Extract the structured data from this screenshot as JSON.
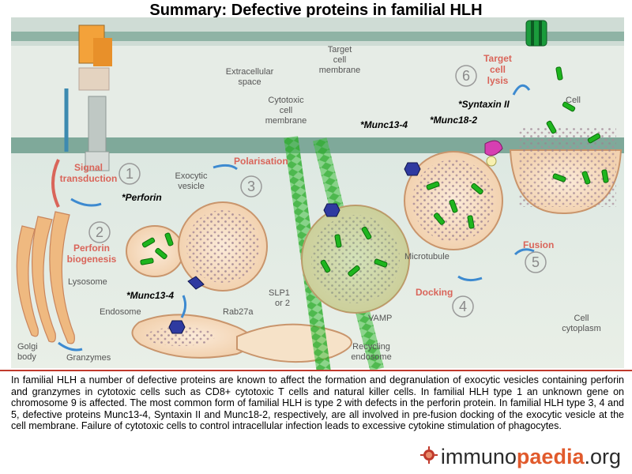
{
  "title": "Summary: Defective proteins in familial HLH",
  "labels": {
    "target_cell_membrane": [
      "Target",
      "cell",
      "membrane"
    ],
    "extracellular_space": [
      "Extracellular",
      "space"
    ],
    "cytotoxic_cell_membrane": [
      "Cytotoxic",
      "cell",
      "membrane"
    ],
    "target_cell_lysis": [
      "Target",
      "cell",
      "lysis"
    ],
    "cell_cytoplasm_top": "Cell",
    "signal_transduction": [
      "Signal",
      "transduction"
    ],
    "exocytic_vesicle": [
      "Exocytic",
      "vesicle"
    ],
    "polarisation": "Polarisation",
    "perforin_biogenesis": [
      "Perforin",
      "biogenesis"
    ],
    "lysosome": "Lysosome",
    "endosome": "Endosome",
    "rab27a": "Rab27a",
    "slp": [
      "SLP1",
      "or  2"
    ],
    "golgi": [
      "Golgi",
      "body"
    ],
    "granzymes": "Granzymes",
    "recycling_endosome": [
      "Recycling",
      "endosome"
    ],
    "microtubule": "Microtubule",
    "vamp": "VAMP",
    "docking": "Docking",
    "fusion": "Fusion",
    "cell_cytoplasm": [
      "Cell",
      "cytoplasm"
    ]
  },
  "proteins": {
    "perforin": "*Perforin",
    "munc13_4_a": "*Munc13-4",
    "munc13_4_b": "*Munc13-4",
    "munc18_2": "*Munc18-2",
    "syntaxin": "*Syntaxin II"
  },
  "steps": [
    "1",
    "2",
    "3",
    "4",
    "5",
    "6"
  ],
  "caption": "In familial HLH a number of defective proteins are known to affect the formation and degranulation of exocytic vesicles containing perforin and granzymes in cytotoxic cells such as CD8+ cytotoxic T cells and natural killer cells. In familial HLH type 1 an unknown gene on chromosome 9 is affected. The most common form of familial HLH is type 2 with defects in the perforin protein. In familial HLH type 3, 4 and 5, defective proteins Munc13-4, Syntaxin II and Munc18-2, respectively, are all involved in pre-fusion docking of the exocytic vesicle at the cell membrane. Failure of cytotoxic cells to control intracellular infection leads to excessive cytokine stimulation of phagocytes.",
  "logo": {
    "prefix": "immuno",
    "middle": "paedia",
    "suffix": ".org"
  },
  "colors": {
    "membrane": "#7fa99a",
    "vesicle": "#f5dcc0",
    "vesicle_edge": "#c9956c",
    "granule": "#1eb51e",
    "accent": "#d9655a",
    "logo_accent": "#e15a2c"
  }
}
